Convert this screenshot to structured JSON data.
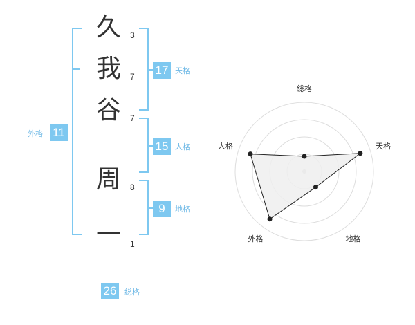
{
  "name_chars": [
    {
      "char": "久",
      "strokes": "3"
    },
    {
      "char": "我",
      "strokes": "7"
    },
    {
      "char": "谷",
      "strokes": "7"
    },
    {
      "char": "周",
      "strokes": "8"
    },
    {
      "char": "一",
      "strokes": "1"
    }
  ],
  "kaku": {
    "tenkaku": {
      "value": "17",
      "label": "天格"
    },
    "jinkaku": {
      "value": "15",
      "label": "人格"
    },
    "chikaku": {
      "value": "9",
      "label": "地格"
    },
    "gaikaku": {
      "value": "11",
      "label": "外格"
    },
    "soukaku": {
      "value": "26",
      "label": "総格"
    }
  },
  "colors": {
    "accent": "#7ec8f0",
    "accent_text": "#6fb9e6",
    "text": "#333333",
    "ring": "#dddddd",
    "polygon_fill": "#eeeeee"
  },
  "chart_data": {
    "type": "radar",
    "axes": [
      "総格",
      "天格",
      "地格",
      "外格",
      "人格"
    ],
    "values": [
      0.22,
      0.85,
      0.28,
      0.85,
      0.82
    ],
    "range": [
      0,
      1
    ],
    "rings": 4
  }
}
